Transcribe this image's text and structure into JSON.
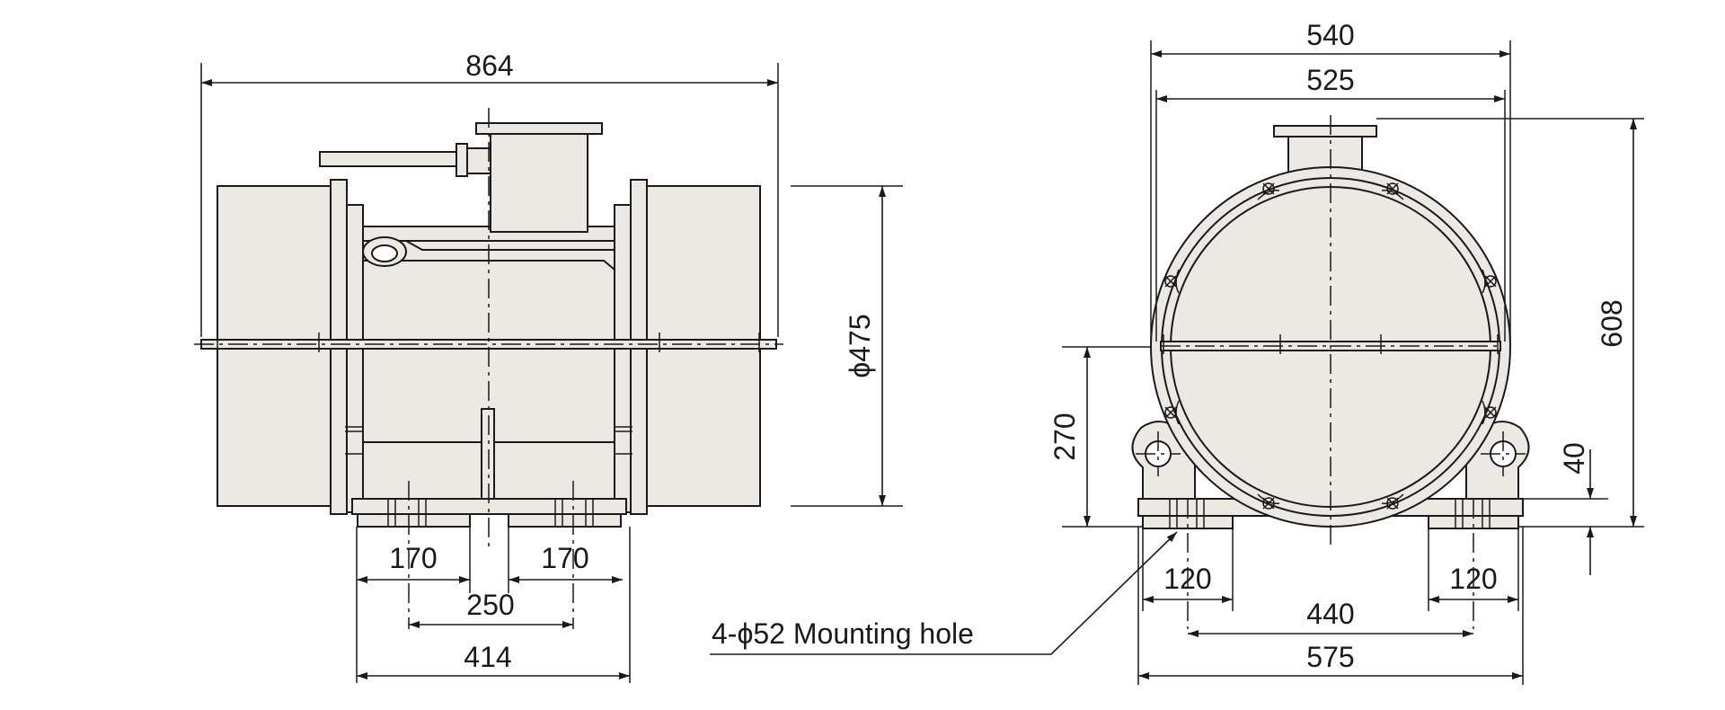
{
  "front_view": {
    "overall_length": "864",
    "body_diameter": "ϕ475",
    "foot_spacing_left": "170",
    "foot_spacing_right": "170",
    "foot_center_distance": "250",
    "base_length": "414"
  },
  "side_view": {
    "cover_width": "540",
    "flange_width": "525",
    "overall_height": "608",
    "shaft_height": "270",
    "foot_height": "40",
    "foot_width_left": "120",
    "foot_width_right": "120",
    "hole_spacing": "440",
    "base_width": "575"
  },
  "callout": {
    "mounting_hole": "4-ϕ52 Mounting hole"
  }
}
